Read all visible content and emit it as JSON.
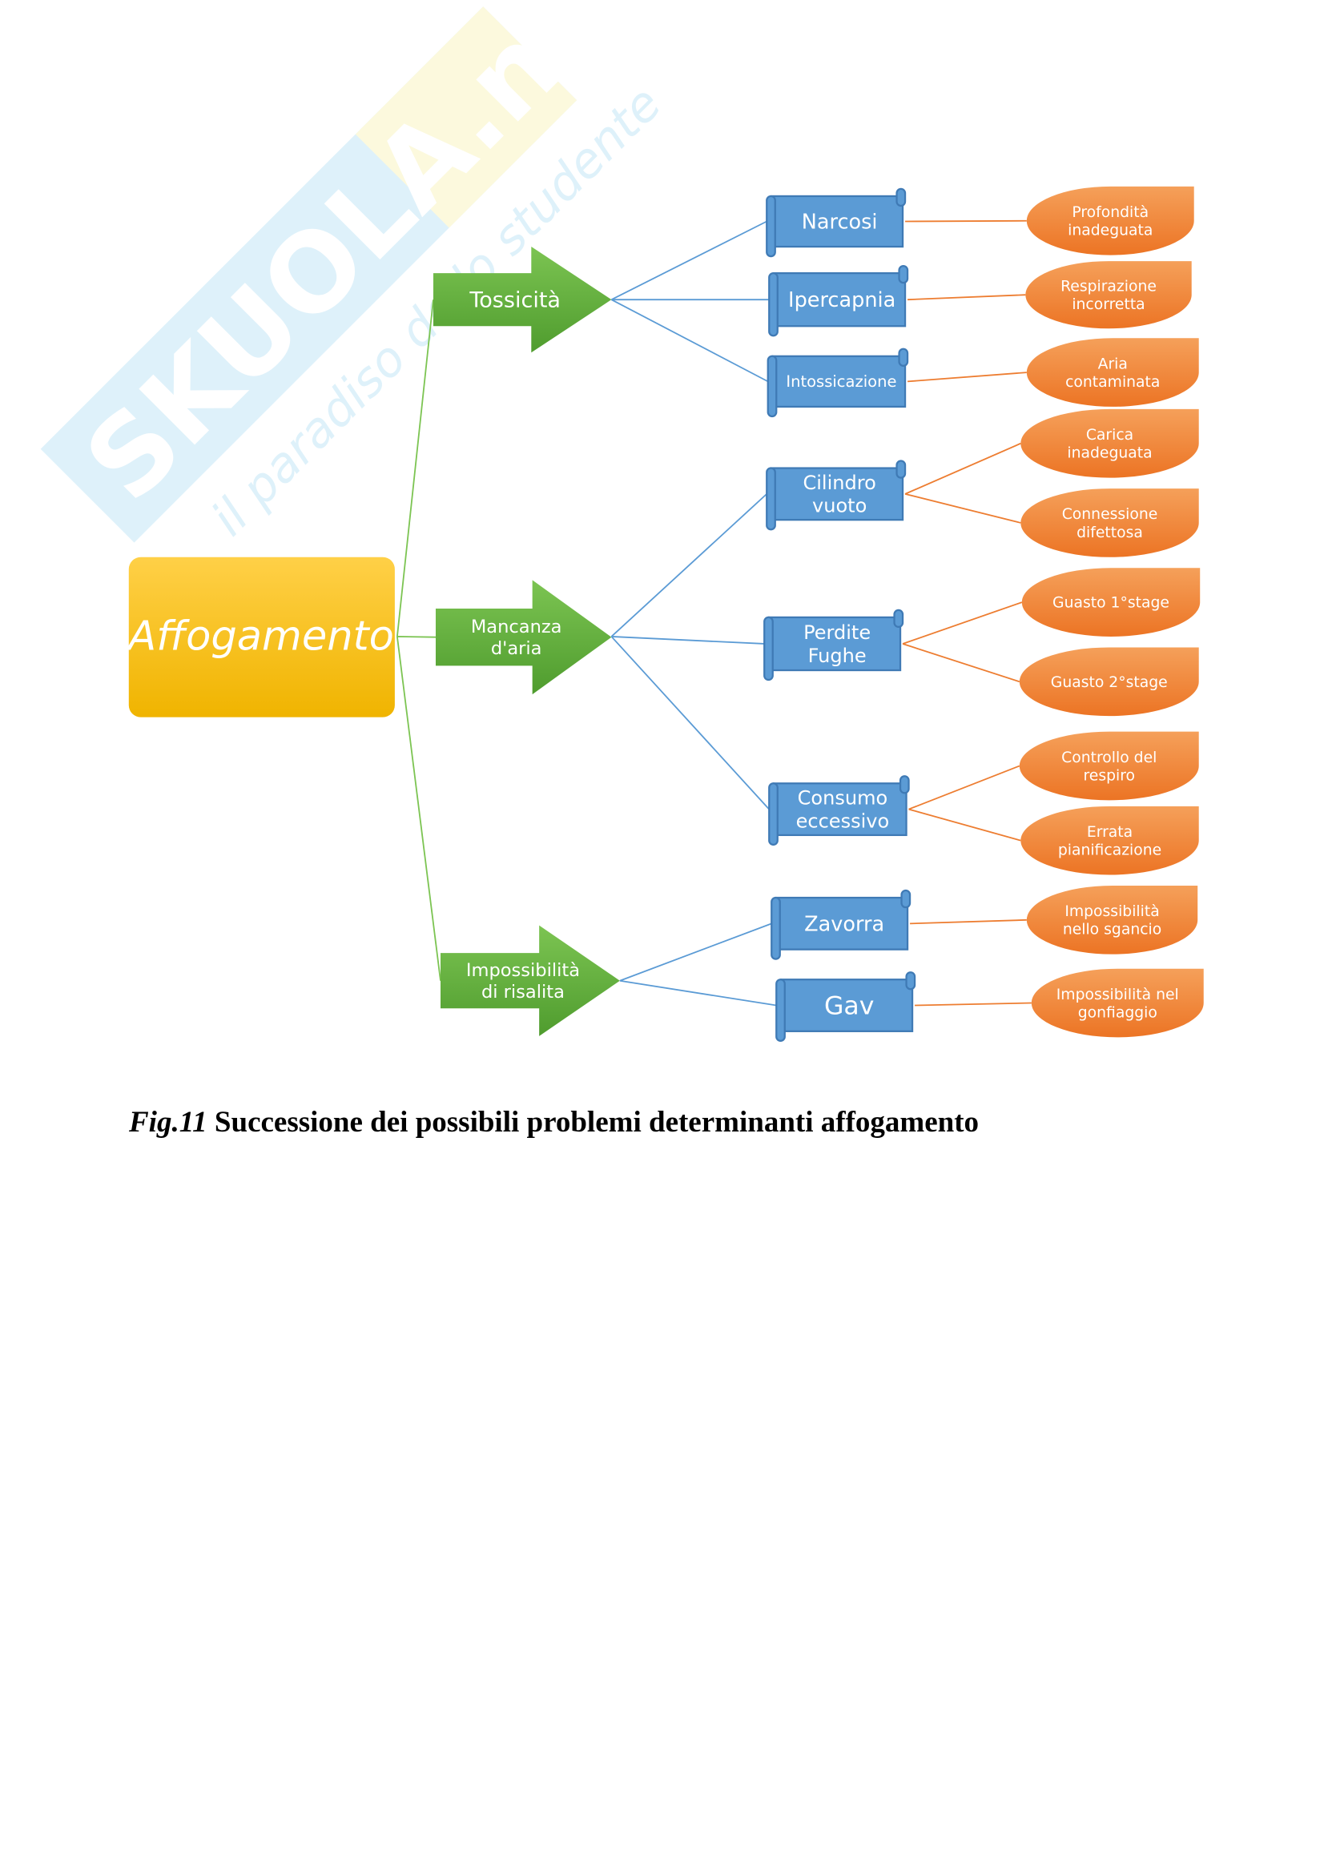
{
  "watermark": {
    "brand": "SKUOLA.net",
    "tagline": "il paradiso dello studente"
  },
  "root": {
    "label": "Affogamento"
  },
  "categories": [
    {
      "lines": [
        "Tossicità"
      ]
    },
    {
      "lines": [
        "Mancanza",
        "d'aria"
      ]
    },
    {
      "lines": [
        "Impossibilità",
        "di risalita"
      ]
    }
  ],
  "problems": [
    {
      "lines": [
        "Narcosi"
      ]
    },
    {
      "lines": [
        "Ipercapnia"
      ]
    },
    {
      "lines": [
        "Intossicazione"
      ]
    },
    {
      "lines": [
        "Cilindro",
        "vuoto"
      ]
    },
    {
      "lines": [
        "Perdite",
        "Fughe"
      ]
    },
    {
      "lines": [
        "Consumo",
        "eccessivo"
      ]
    },
    {
      "lines": [
        "Zavorra"
      ]
    },
    {
      "lines": [
        "Gav"
      ]
    }
  ],
  "causes": [
    {
      "lines": [
        "Profondità",
        "inadeguata"
      ]
    },
    {
      "lines": [
        "Respirazione",
        "incorretta"
      ]
    },
    {
      "lines": [
        "Aria",
        "contaminata"
      ]
    },
    {
      "lines": [
        "Carica",
        "inadeguata"
      ]
    },
    {
      "lines": [
        "Connessione",
        "difettosa"
      ]
    },
    {
      "lines": [
        "Guasto 1°stage"
      ]
    },
    {
      "lines": [
        "Guasto 2°stage"
      ]
    },
    {
      "lines": [
        "Controllo del",
        "respiro"
      ]
    },
    {
      "lines": [
        "Errata",
        "pianificazione"
      ]
    },
    {
      "lines": [
        "Impossibilità",
        "nello sgancio"
      ]
    },
    {
      "lines": [
        "Impossibilità nel",
        "gonfiaggio"
      ]
    }
  ],
  "caption": {
    "label": "Fig.11",
    "text": " Successione dei possibili problemi determinanti affogamento"
  },
  "colors": {
    "root": "#f5b800",
    "arrow": "#5fae3a",
    "box": "#5b9bd5",
    "cause": "#ed7d31"
  }
}
